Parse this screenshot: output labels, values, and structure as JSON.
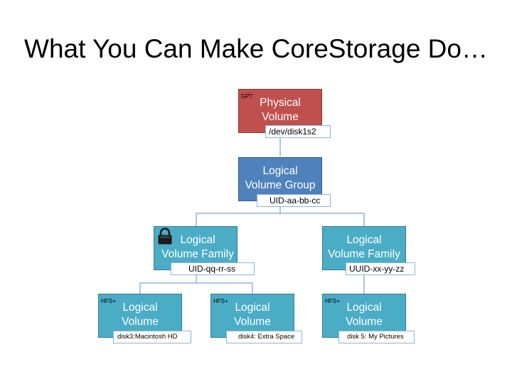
{
  "slide": {
    "title": "What You Can Make CoreStorage Do…"
  },
  "nodes": {
    "physical_volume": {
      "tag": "GPT",
      "line1": "Physical",
      "line2": "Volume",
      "id": "/dev/disk1s2",
      "color": "#c0504d"
    },
    "logical_volume_group": {
      "line1": "Logical",
      "line2": "Volume Group",
      "id": "UID-aa-bb-cc",
      "color": "#4f81bd"
    },
    "lvf_left": {
      "line1": "Logical",
      "line2": "Volume Family",
      "id": "UID-qq-rr-ss",
      "icon": "lock-icon",
      "color": "#4bacc6"
    },
    "lvf_right": {
      "line1": "Logical",
      "line2": "Volume Family",
      "id": "UUID-xx-yy-zz",
      "color": "#4bacc6"
    },
    "lv_1": {
      "tag": "HFS+",
      "line1": "Logical",
      "line2": "Volume",
      "id": "disk3:Macintosh HD",
      "color": "#4bacc6"
    },
    "lv_2": {
      "tag": "HFS+",
      "line1": "Logical",
      "line2": "Volume",
      "id": "disk4: Extra Space",
      "color": "#4bacc6"
    },
    "lv_3": {
      "tag": "HFS+",
      "line1": "Logical",
      "line2": "Volume",
      "id": "disk 5: My Pictures",
      "color": "#4bacc6"
    }
  }
}
